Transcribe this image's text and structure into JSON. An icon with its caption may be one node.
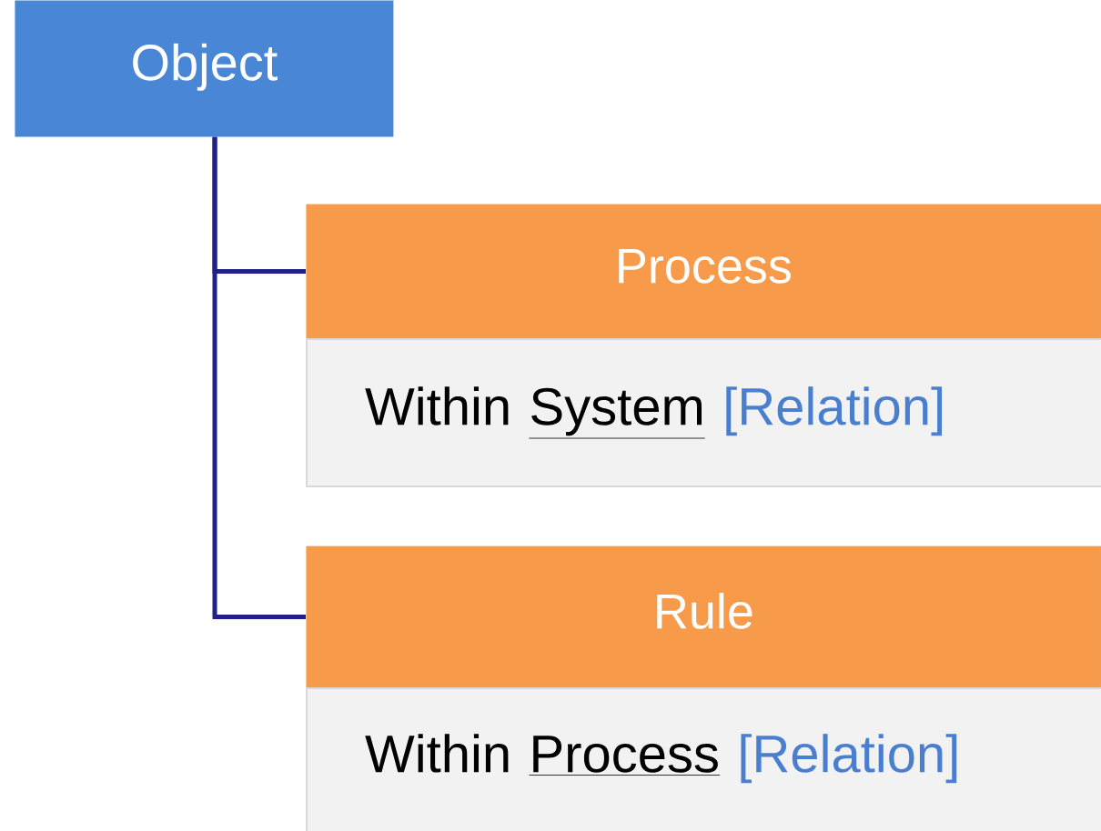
{
  "diagram": {
    "nodes": [
      {
        "text": [
          "Object"
        ]
      },
      {
        "text": [
          "Process"
        ]
      },
      {
        "text": [
          "Within",
          "System",
          "[Relation]"
        ]
      },
      {
        "text": [
          "Rule"
        ]
      },
      {
        "text": [
          "Within",
          "Process",
          "[Relation]"
        ]
      }
    ],
    "edges": [
      {
        "from": 0,
        "to": 1,
        "arrow": "none"
      },
      {
        "from": 0,
        "to": 3,
        "arrow": "none"
      }
    ]
  }
}
